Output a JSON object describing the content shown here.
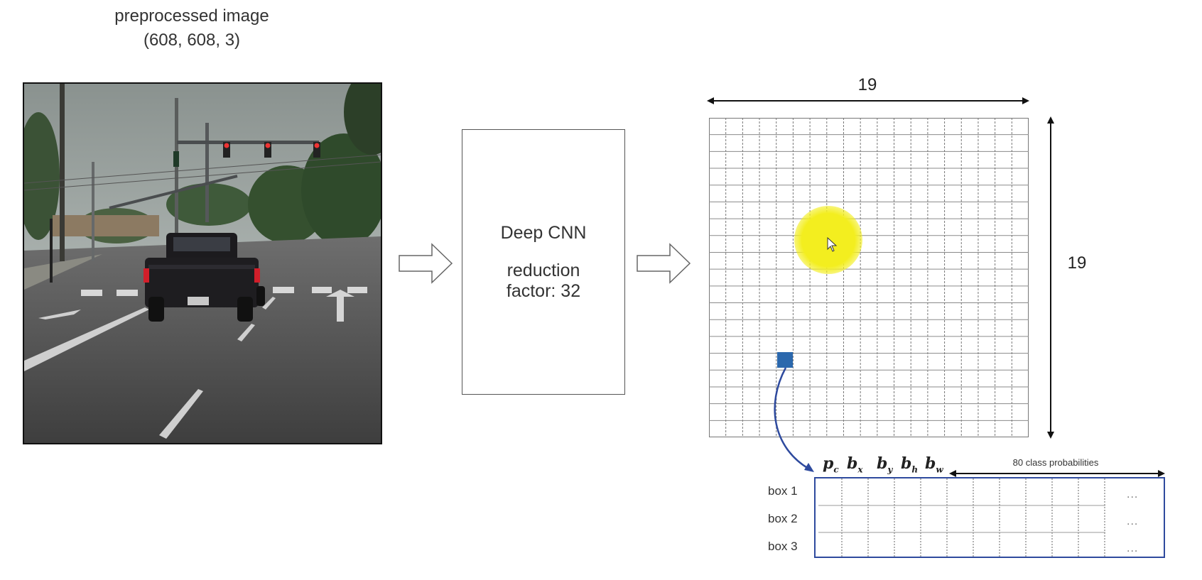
{
  "title": {
    "line1": "preprocessed image",
    "line2": "(608, 608, 3)"
  },
  "cnn": {
    "name": "Deep CNN",
    "reduction_line1": "reduction",
    "reduction_line2": "factor: 32"
  },
  "grid": {
    "width_label": "19",
    "height_label": "19",
    "highlight_color": "#2b68ad",
    "cursor_highlight_color": "#f3ee1f"
  },
  "output": {
    "symbols": [
      {
        "base": "p",
        "sub": "c"
      },
      {
        "base": "b",
        "sub": "x"
      },
      {
        "base": "b",
        "sub": "y"
      },
      {
        "base": "b",
        "sub": "h"
      },
      {
        "base": "b",
        "sub": "w"
      }
    ],
    "class_probs_label": "80 class probabilities",
    "rows": [
      "box 1",
      "box 2",
      "box 3"
    ],
    "ellipsis": "...",
    "table_border_color": "#2e4a9e"
  }
}
